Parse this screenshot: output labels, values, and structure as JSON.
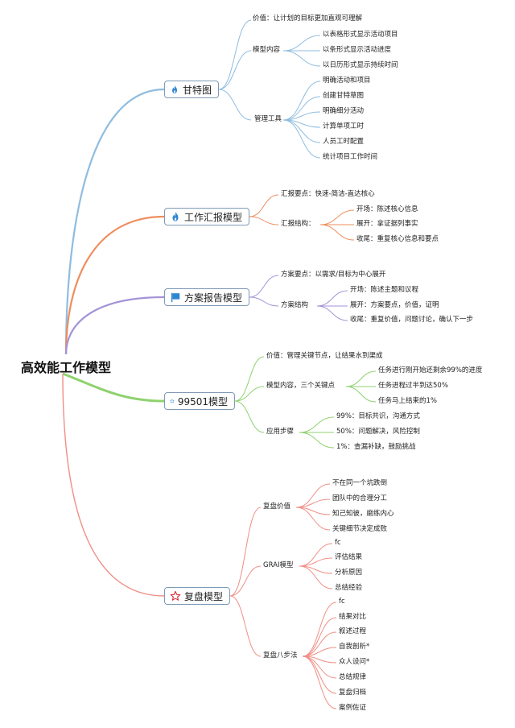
{
  "root": "高效能工作模型",
  "colors": {
    "gantt": "#8fbde0",
    "report": "#ee8d5e",
    "plan": "#a493d8",
    "m99501": "#8fd16e",
    "review": "#ef8f86",
    "icon_blue": "#2d86d1",
    "icon_red": "#d9363e"
  },
  "branches": {
    "gantt": {
      "label": "甘特图",
      "icon": "flame-icon",
      "value": "价值：让计划的目标更加直观可理解",
      "content_label": "模型内容",
      "content_items": [
        "以表格形式显示活动项目",
        "以条形式显示活动进度",
        "以日历形式显示持续时间"
      ],
      "tools_label": "管理工具",
      "tools_items": [
        "明确活动和项目",
        "创建甘特草图",
        "明确细分活动",
        "计算单项工时",
        "人员工时配置",
        "统计项目工作时间"
      ]
    },
    "report": {
      "label": "工作汇报模型",
      "icon": "flame-icon",
      "key": "汇报要点：快速-简洁-直达核心",
      "structure_label": "汇报结构：",
      "structure_items": [
        "开场：陈述核心信息",
        "展开：拿证据列事实",
        "收尾：重复核心信息和要点"
      ]
    },
    "plan": {
      "label": "方案报告模型",
      "icon": "flag-icon",
      "key": "方案要点：以需求/目标为中心展开",
      "structure_label": "方案结构",
      "structure_items": [
        "开场：陈述主题和议程",
        "展开：方案要点，价值，证明",
        "收尾：重复价值，问题讨论，确认下一步"
      ]
    },
    "m99501": {
      "label": "99501模型",
      "icon": "star-icon",
      "value": "价值：管理关键节点，让结果水到渠成",
      "content_label": "模型内容，三个关键点",
      "content_items": [
        "任务进行刚开始还剩余99%的进度",
        "任务进程过半到达50%",
        "任务马上结束的1%"
      ],
      "steps_label": "应用步骤",
      "steps_items": [
        "99%：目标共识，沟通方式",
        "50%：问题解决，风险控制",
        "1%：查漏补缺，鼓励挑战"
      ]
    },
    "review": {
      "label": "复盘模型",
      "icon": "star-icon",
      "value_label": "复盘价值",
      "value_items": [
        "不在同一个坑跌倒",
        "团队中的合理分工",
        "知己知彼，磨练内心",
        "关键细节决定成败"
      ],
      "grai_label": "GRAI模型",
      "grai_items": [
        "fc",
        "评估结果",
        "分析原因",
        "总结经验"
      ],
      "eight_label": "复盘八步法",
      "eight_items": [
        "fc",
        "结果对比",
        "叙述过程",
        "自我剖析*",
        "众人设问*",
        "总结规律",
        "复盘归档",
        "案例佐证"
      ]
    }
  }
}
